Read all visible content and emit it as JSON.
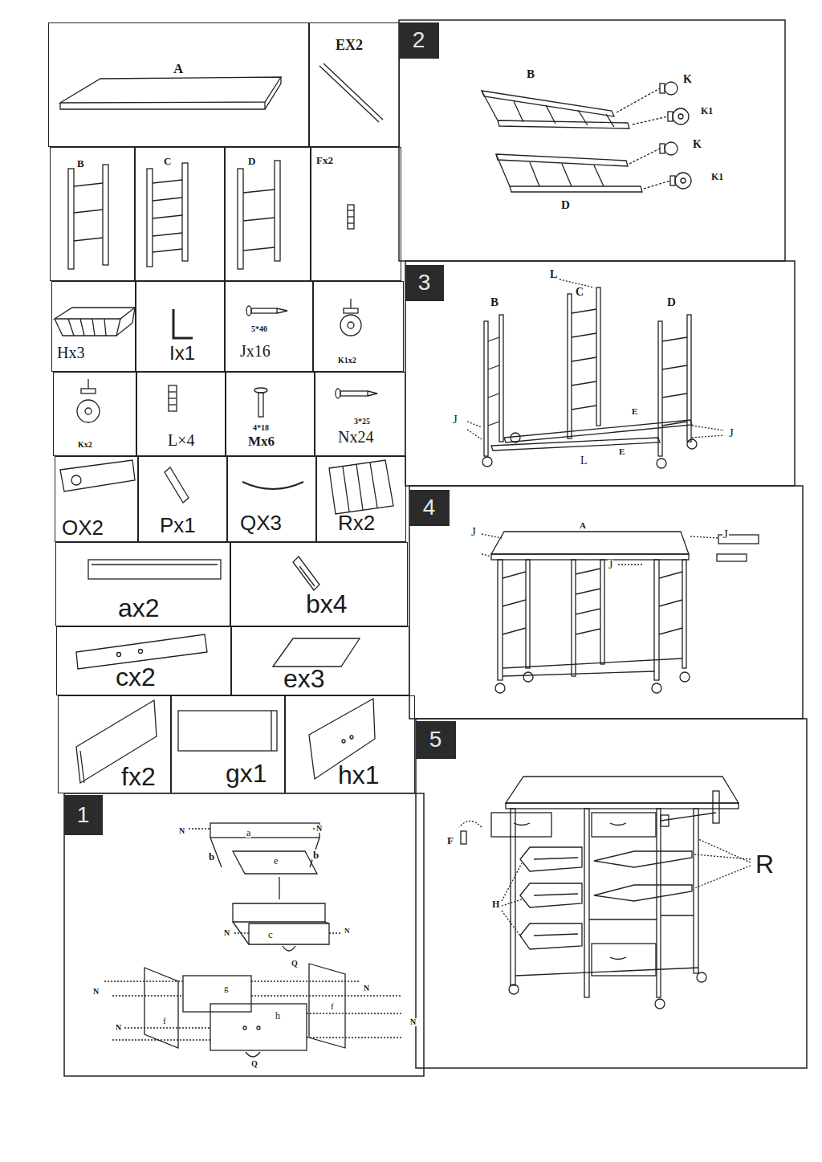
{
  "diagram": {
    "nodes": [
      {
        "text": [
          "A"
        ]
      },
      {
        "text": [
          "EX2"
        ]
      },
      {
        "text": [
          "B"
        ]
      },
      {
        "text": [
          "C"
        ]
      },
      {
        "text": [
          "D"
        ]
      },
      {
        "text": [
          "Fx2"
        ]
      },
      {
        "text": [
          "Hx3"
        ]
      },
      {
        "text": [
          "Ix1"
        ]
      },
      {
        "text": [
          "5*40",
          "Jx16"
        ]
      },
      {
        "text": [
          "K1x2"
        ]
      },
      {
        "text": [
          "Kx2"
        ]
      },
      {
        "text": [
          "L×4"
        ]
      },
      {
        "text": [
          "4*18",
          "Mx6"
        ]
      },
      {
        "text": [
          "3*25",
          "Nx24"
        ]
      },
      {
        "text": [
          "OX2"
        ]
      },
      {
        "text": [
          "Px1"
        ]
      },
      {
        "text": [
          "QX3"
        ]
      },
      {
        "text": [
          "Rx2"
        ]
      },
      {
        "text": [
          "ax2"
        ]
      },
      {
        "text": [
          "bx4"
        ]
      },
      {
        "text": [
          "cx2"
        ]
      },
      {
        "text": [
          "ex3"
        ]
      },
      {
        "text": [
          "fx2"
        ]
      },
      {
        "text": [
          "gx1"
        ]
      },
      {
        "text": [
          "hx1"
        ]
      },
      {
        "text": [
          "1"
        ]
      },
      {
        "text": [
          "2"
        ]
      },
      {
        "text": [
          "3"
        ]
      },
      {
        "text": [
          "4"
        ]
      },
      {
        "text": [
          "5"
        ]
      }
    ],
    "labels": [
      "B",
      "K",
      "K1",
      "K",
      "K1",
      "D",
      "L",
      "C",
      "B",
      "D",
      "J",
      "E",
      "E",
      "L",
      "J",
      "J",
      "A",
      "J",
      "J",
      "F",
      "H",
      "R",
      "N",
      "a",
      "N",
      "b",
      "e",
      "b",
      "N",
      "c",
      "N",
      "Q",
      "N",
      "g",
      "N",
      "f",
      "h",
      "f",
      "N",
      "N",
      "Q"
    ]
  }
}
